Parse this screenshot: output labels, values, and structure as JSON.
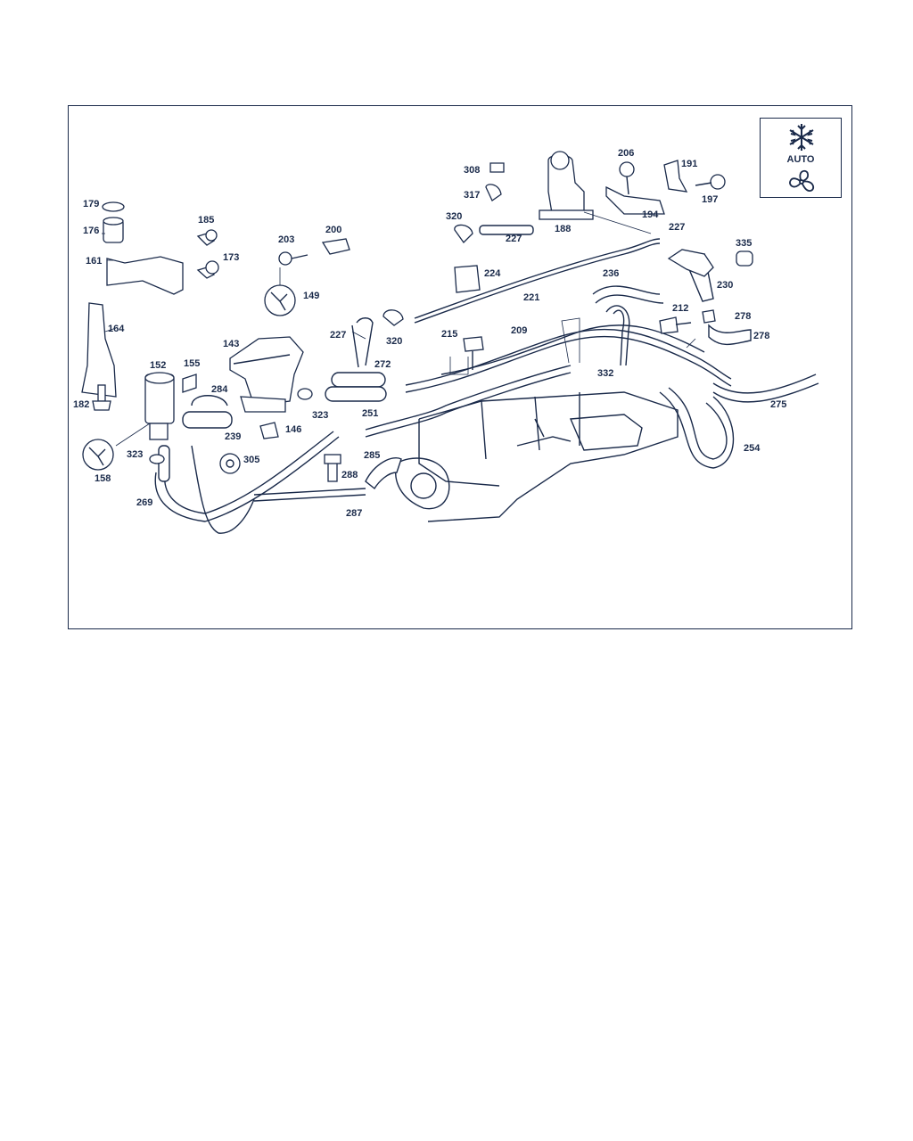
{
  "badge": {
    "label": "AUTO",
    "icons": [
      "snowflake-icon",
      "fan-icon"
    ]
  },
  "part_labels": {
    "p179": "179",
    "p176": "176",
    "p161": "161",
    "p185": "185",
    "p173": "173",
    "p203": "203",
    "p200": "200",
    "p149": "149",
    "p164": "164",
    "p143": "143",
    "p152": "152",
    "p155": "155",
    "p182": "182",
    "p284": "284",
    "p239": "239",
    "p146": "146",
    "p323a": "323",
    "p323b": "323",
    "p305": "305",
    "p158": "158",
    "p269": "269",
    "p227a": "227",
    "p320a": "320",
    "p272": "272",
    "p251": "251",
    "p288": "288",
    "p287": "287",
    "p285": "285",
    "p308": "308",
    "p317": "317",
    "p320b": "320",
    "p227b": "227",
    "p188": "188",
    "p224": "224",
    "p221": "221",
    "p215": "215",
    "p209": "209",
    "p206": "206",
    "p194": "194",
    "p191": "191",
    "p197": "197",
    "p227c": "227",
    "p335": "335",
    "p236": "236",
    "p230": "230",
    "p212": "212",
    "p278a": "278",
    "p278b": "278",
    "p332": "332",
    "p275": "275",
    "p254": "254"
  },
  "colors": {
    "ink": "#1a2a4a",
    "background": "#ffffff"
  }
}
